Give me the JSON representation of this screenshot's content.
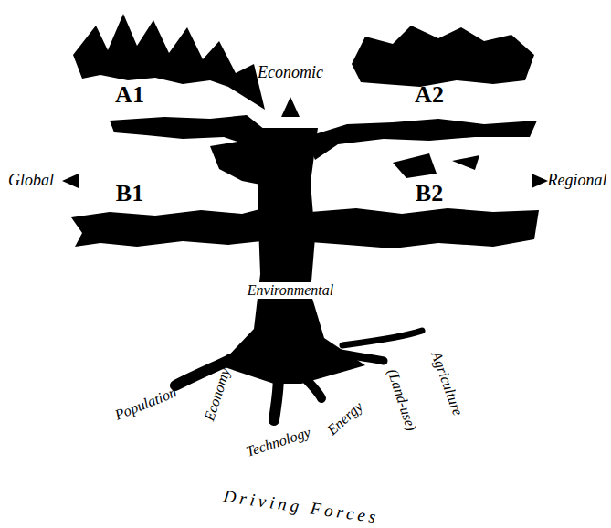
{
  "diagram": {
    "labels": [
      "Economic",
      "A1",
      "A2",
      "Global",
      "Regional",
      "B1",
      "B2",
      "Environmental",
      "Population",
      "Economy",
      "Technology",
      "Energy",
      "(Land-use)",
      "Agriculture",
      "Driving Forces"
    ]
  }
}
